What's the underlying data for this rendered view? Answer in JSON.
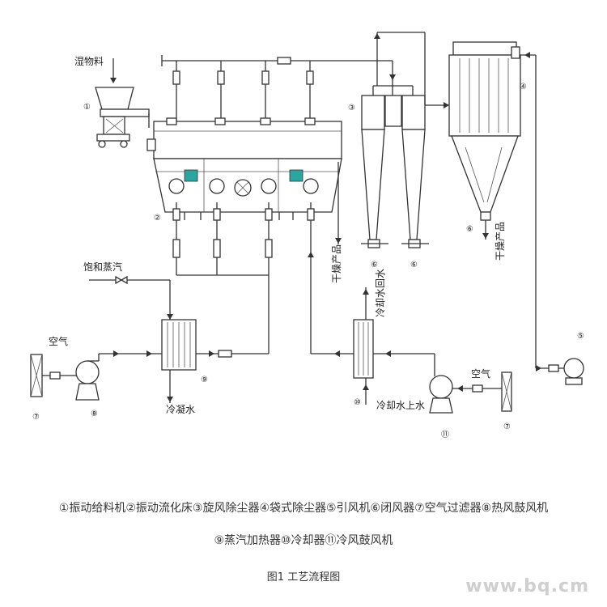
{
  "labels": {
    "wet_material": "湿物料",
    "dry_product_center": "干燥产品",
    "dry_product_right": "干燥产品",
    "saturated_steam": "饱和蒸汽",
    "cooling_water_return": "冷却水回水",
    "cooling_water_supply": "冷却水上水",
    "condensate": "冷凝水",
    "air_left": "空气",
    "air_right": "空气"
  },
  "numbers": {
    "n1": "①",
    "n2": "②",
    "n3": "③",
    "n4": "④",
    "n5": "⑤",
    "n6a": "⑥",
    "n6b": "⑥",
    "n6c": "⑥",
    "n7a": "⑦",
    "n7b": "⑦",
    "n8": "⑧",
    "n9": "⑨",
    "n10": "⑩",
    "n11": "⑪"
  },
  "legend_line1": "①振动给料机②振动流化床③旋风除尘器④袋式除尘器⑤引风机⑥闭风器⑦空气过滤器⑧热风鼓风机",
  "legend_line2": "⑨蒸汽加热器⑩冷却器⑪冷风鼓风机",
  "figure_title": "图1  工艺流程图",
  "watermark": "www.bq.cm"
}
